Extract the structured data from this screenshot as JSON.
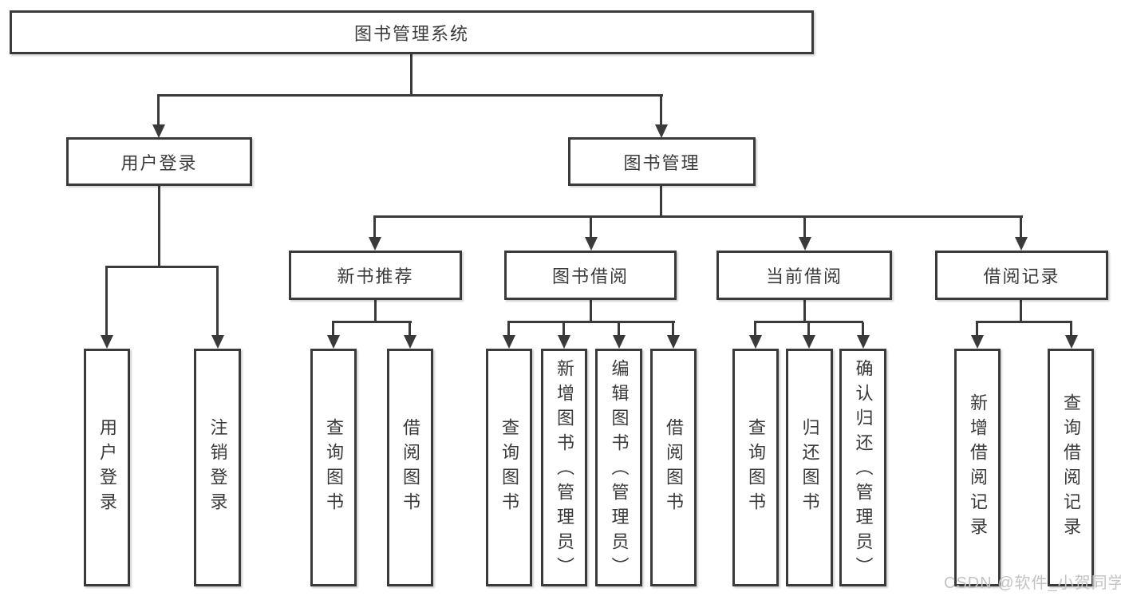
{
  "tree": {
    "root": {
      "label": "图书管理系统"
    },
    "level2": [
      {
        "label": "用户登录",
        "children": [
          {
            "label": "用户登录"
          },
          {
            "label": "注销登录"
          }
        ]
      },
      {
        "label": "图书管理",
        "children": [
          {
            "label": "新书推荐",
            "children": [
              {
                "label": "查询图书"
              },
              {
                "label": "借阅图书"
              }
            ]
          },
          {
            "label": "图书借阅",
            "children": [
              {
                "label": "查询图书"
              },
              {
                "label": "新增图书（管理员）"
              },
              {
                "label": "编辑图书（管理员）"
              },
              {
                "label": "借阅图书"
              }
            ]
          },
          {
            "label": "当前借阅",
            "children": [
              {
                "label": "查询图书"
              },
              {
                "label": "归还图书"
              },
              {
                "label": "确认归还（管理员）"
              }
            ]
          },
          {
            "label": "借阅记录",
            "children": [
              {
                "label": "新增借阅记录"
              },
              {
                "label": "查询借阅记录"
              }
            ]
          }
        ]
      }
    ]
  },
  "watermark": {
    "text": "CSDN @软件_小贺同学"
  },
  "colors": {
    "line": "#3a3a3a",
    "text": "#3a3a3a",
    "watermark": "#c3c3c3",
    "background": "#ffffff"
  }
}
